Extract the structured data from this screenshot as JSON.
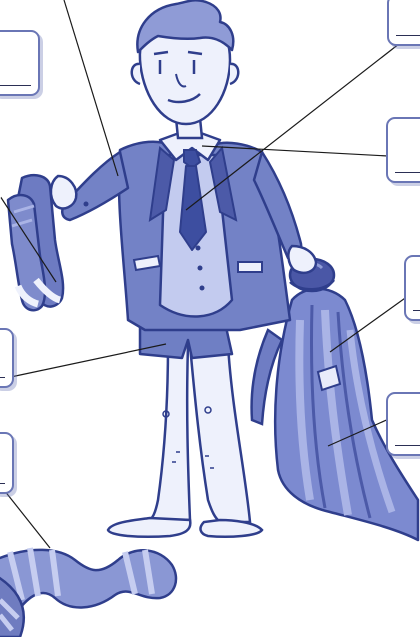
{
  "scene": {
    "subject": "man-in-underwear-holding-clothes",
    "colors": {
      "outline": "#2f3e8c",
      "jacket": "#7382c6",
      "jacket_dark": "#4c5aa8",
      "vest": "#c3cbef",
      "shirt": "#eef1fc",
      "tie": "#3d4ea0",
      "skin": "#eef1fc",
      "hair": "#8f9bd6",
      "shorts": "#6f7fc4",
      "coat": "#7c8ad0",
      "coat_stripe": "#aab4e6",
      "hat": "#4a57a6",
      "sock": "#6d7bc2",
      "scarf": "#8a97d4",
      "scarf_stripe": "#c6cdf0",
      "pointer_line": "#1b1b1b",
      "box_border": "#6a76b5"
    }
  },
  "labels": [
    {
      "id": "label-1",
      "text": "",
      "points_to": "jacket"
    },
    {
      "id": "label-2",
      "text": "",
      "points_to": "tie"
    },
    {
      "id": "label-3",
      "text": "",
      "points_to": "shirt"
    },
    {
      "id": "label-4",
      "text": "",
      "points_to": "socks"
    },
    {
      "id": "label-5",
      "text": "",
      "points_to": "coat-sleeve"
    },
    {
      "id": "label-6",
      "text": "",
      "points_to": "coat"
    },
    {
      "id": "label-7",
      "text": "",
      "points_to": "underwear"
    },
    {
      "id": "label-8",
      "text": "",
      "points_to": "scarf"
    }
  ]
}
